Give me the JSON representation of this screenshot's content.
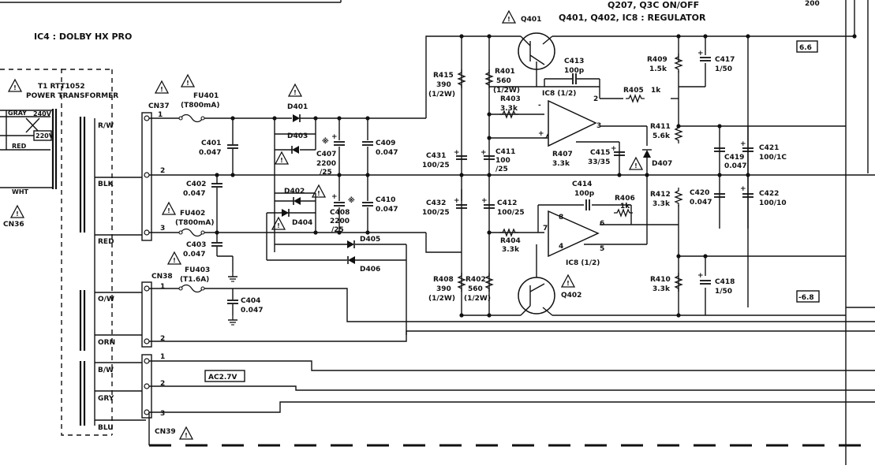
{
  "header": {
    "top_text": "Q207, Q3C ON/OFF",
    "ic4_label": "IC4 : DOLBY HX PRO",
    "regulator_label": "Q401, Q402, IC8 : REGULATOR",
    "top_right_text": "200"
  },
  "transformer": {
    "ref": "T1 RTT1052",
    "name": "POWER TRANSFORMER",
    "primary": {
      "gray": "GRAY",
      "v240": "240V",
      "v220": "220V",
      "red": "RED",
      "wht": "WHT"
    },
    "connector": "CN36",
    "secondary_wires": [
      "R/W",
      "BLK",
      "RED",
      "O/W",
      "ORN",
      "B/W",
      "GRY",
      "BLU"
    ]
  },
  "connectors": {
    "cn37": "CN37",
    "cn38": "CN38",
    "cn39": "CN39"
  },
  "pins": {
    "p1": "1",
    "p2": "2",
    "p3": "3",
    "p4": "4",
    "p5": "5",
    "p6": "6",
    "p7": "7",
    "p8": "8"
  },
  "fuses": [
    {
      "ref": "FU401",
      "rating": "(T800mA)"
    },
    {
      "ref": "FU402",
      "rating": "(T800mA)"
    },
    {
      "ref": "FU403",
      "rating": "(T1.6A)"
    }
  ],
  "capacitors": {
    "c401": {
      "ref": "C401",
      "val": "0.047"
    },
    "c402": {
      "ref": "C402",
      "val": "0.047"
    },
    "c403": {
      "ref": "C403",
      "val": "0.047"
    },
    "c404": {
      "ref": "C404",
      "val": "0.047"
    },
    "c407": {
      "ref": "C407",
      "val": "2200",
      "volt": "/25"
    },
    "c408": {
      "ref": "C408",
      "val": "2200",
      "volt": "/25"
    },
    "c409": {
      "ref": "C409",
      "val": "0.047"
    },
    "c410": {
      "ref": "C410",
      "val": "0.047"
    },
    "c411": {
      "ref": "C411",
      "val": "100",
      "volt": "/25"
    },
    "c412": {
      "ref": "C412",
      "val": "100/25"
    },
    "c413": {
      "ref": "C413",
      "val": "100p"
    },
    "c414": {
      "ref": "C414",
      "val": "100p"
    },
    "c415": {
      "ref": "C415",
      "val": "33/35"
    },
    "c417": {
      "ref": "C417",
      "val": "1/50"
    },
    "c418": {
      "ref": "C418",
      "val": "1/50"
    },
    "c419": {
      "ref": "C419",
      "val": "0.047"
    },
    "c420": {
      "ref": "C420",
      "val": "0.047"
    },
    "c421": {
      "ref": "C421",
      "val": "100/1C"
    },
    "c422": {
      "ref": "C422",
      "val": "100/10"
    },
    "c431": {
      "ref": "C431",
      "val": "100/25"
    },
    "c432": {
      "ref": "C432",
      "val": "100/25"
    }
  },
  "resistors": {
    "r401": {
      "ref": "R401",
      "val": "560",
      "pw": "(1/2W)"
    },
    "r402": {
      "ref": "R402",
      "val": "560",
      "pw": "(1/2W)"
    },
    "r403": {
      "ref": "R403",
      "val": "3.3k"
    },
    "r404": {
      "ref": "R404",
      "val": "3.3k"
    },
    "r405": {
      "ref": "R405",
      "val": "1k"
    },
    "r406": {
      "ref": "R406",
      "val": "1k"
    },
    "r407": {
      "ref": "R407",
      "val": "3.3k"
    },
    "r408": {
      "ref": "R408",
      "val": "390",
      "pw": "(1/2W)"
    },
    "r409": {
      "ref": "R409",
      "val": "1.5k"
    },
    "r410": {
      "ref": "R410",
      "val": "3.3k"
    },
    "r411": {
      "ref": "R411",
      "val": "5.6k"
    },
    "r412": {
      "ref": "R412",
      "val": "3.3k"
    },
    "r415": {
      "ref": "R415",
      "val": "390",
      "pw": "(1/2W)"
    }
  },
  "diodes": [
    "D401",
    "D402",
    "D403",
    "D404",
    "D405",
    "D406",
    "D407"
  ],
  "transistors": {
    "q401": "Q401",
    "q402": "Q402"
  },
  "ic": {
    "upper": "IC8 (1/2)",
    "lower": "IC8 (1/2)"
  },
  "rails": {
    "pos": "6.6",
    "neg": "-6.8",
    "ac": "AC2.7V"
  },
  "marks": {
    "warn": "!",
    "asterisk": "※",
    "plus": "+"
  }
}
